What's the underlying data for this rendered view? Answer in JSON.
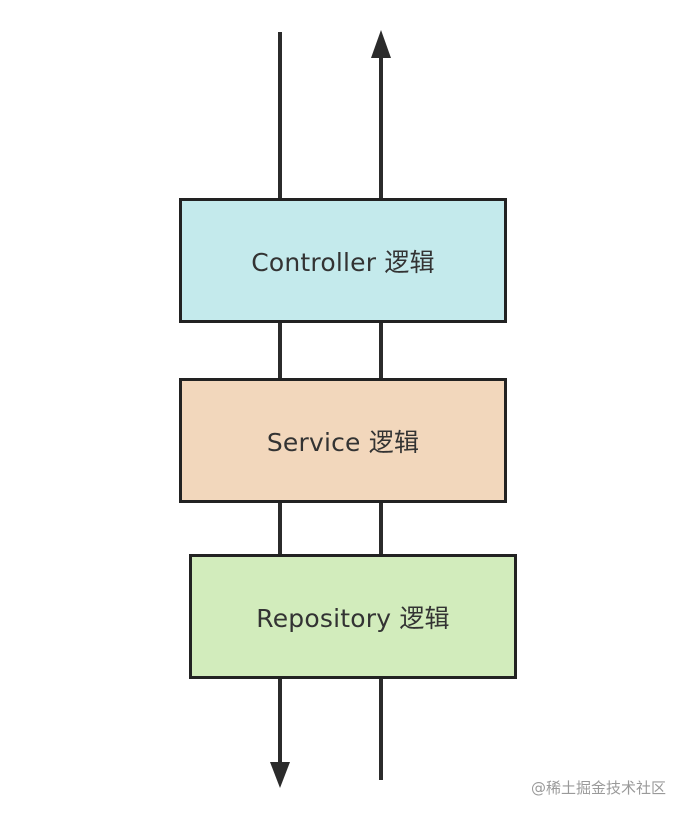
{
  "diagram": {
    "boxes": [
      {
        "label": "Controller 逻辑",
        "fill": "#c4eaec"
      },
      {
        "label": "Service 逻辑",
        "fill": "#f2d7bc"
      },
      {
        "label": "Repository 逻辑",
        "fill": "#d2ecbc"
      }
    ],
    "colors": {
      "line": "#2b2b2b",
      "border": "#222222",
      "text": "#333333"
    },
    "flows": [
      {
        "direction": "down",
        "icon": "arrow-down-icon"
      },
      {
        "direction": "up",
        "icon": "arrow-up-icon"
      }
    ]
  },
  "watermark": "@稀土掘金技术社区"
}
